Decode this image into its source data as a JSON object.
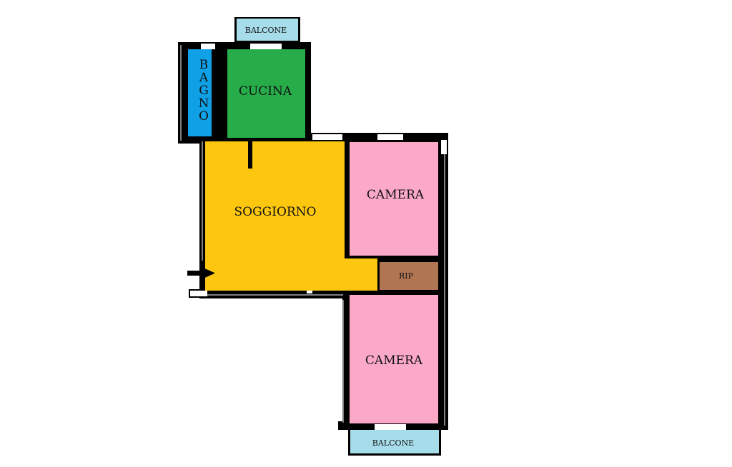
{
  "rooms": {
    "balcone_top": {
      "label": "BALCONE",
      "color": "#a7dcea"
    },
    "bagno": {
      "letters": [
        "B",
        "A",
        "G",
        "N",
        "O"
      ],
      "color": "#0fa0e6"
    },
    "cucina": {
      "label": "CUCINA",
      "color": "#27ac4a"
    },
    "soggiorno": {
      "label": "SOGGIORNO",
      "color": "#fdc60f"
    },
    "camera_top": {
      "label": "CAMERA",
      "color": "#fba9c7"
    },
    "rip": {
      "label": "RIP",
      "color": "#b07552"
    },
    "camera_bottom": {
      "label": "CAMERA",
      "color": "#fba9c7"
    },
    "balcone_bottom": {
      "label": "BALCONE",
      "color": "#a7dcea"
    }
  },
  "colors": {
    "wall": "#000000",
    "window": "#ffffff"
  },
  "entrance": {
    "icon": "arrow-right-icon"
  }
}
